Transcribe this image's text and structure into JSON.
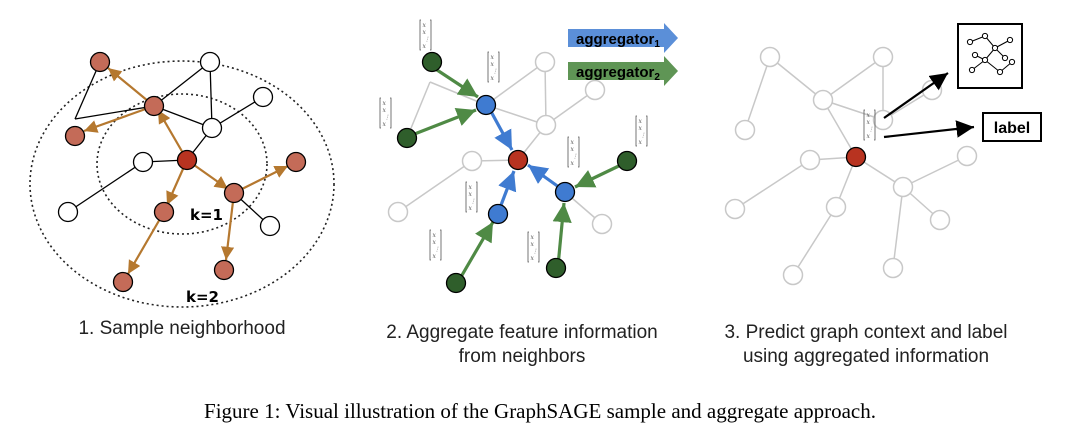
{
  "panels": {
    "p1": {
      "title": "1. Sample neighborhood",
      "k1": "k=1",
      "k2": "k=2"
    },
    "p2": {
      "title_line1": "2. Aggregate feature information",
      "title_line2": "from neighbors",
      "agg1_base": "aggregator",
      "agg1_sub": "1",
      "agg2_base": "aggregator",
      "agg2_sub": "2"
    },
    "p3": {
      "title_line1": "3. Predict graph context and label",
      "title_line2": "using aggregated information",
      "label_box": "label"
    }
  },
  "caption": "Figure 1: Visual illustration of the GraphSAGE sample and aggregate approach.",
  "feature_vector": {
    "x1": "x",
    "x2": "x",
    "xm": "x",
    "sub1": "1",
    "sub2": "2",
    "subm": "m",
    "dots": "⋮"
  },
  "colors": {
    "target": "#b83320",
    "hop1": "#c46b58",
    "edge_sample": "#b5782f",
    "agg_blue": "#3f7bd1",
    "agg_green": "#2f5e2b",
    "agg_green_arrow": "#4f8a45",
    "faded": "#c8c8c8"
  }
}
